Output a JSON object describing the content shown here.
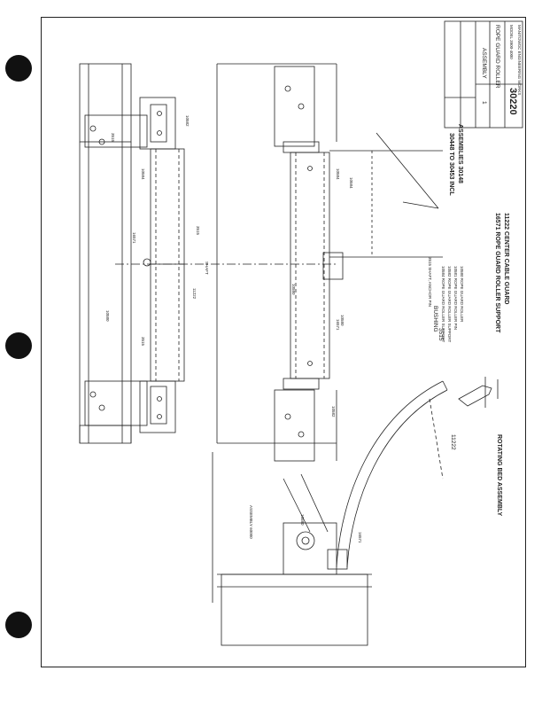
{
  "title_block": {
    "company": "MANITOWOC ENGINEERING WORKS",
    "model": "MODEL 3900-4000",
    "title_line1": "ROPE GUARD ROLLER",
    "title_line2": "ASSEMBLY",
    "drawing_number": "30220",
    "sheet": "1"
  },
  "notes": {
    "assemblies_line1": "ASSEMBLIES 30148",
    "assemblies_line2": "30448 TO 30453 INCL",
    "bushing_ref": "3515",
    "bushing_label": "BUSHING",
    "bushing_desc": "3515 SHAFT, ANCHOR PIN",
    "parts": [
      "10580 ROPE GUARD ROLLER",
      "10581 ROPE GUARD ROLLER PIN",
      "10582 ROPE GUARD ROLLER SUPPORT",
      "10584 ROPE GUARD ROLLER SUPPORT"
    ],
    "circled_1": "11222  CENTER CABLE GUARD",
    "circled_2": "16571  ROPE GUARD ROLLER SUPPORT",
    "rotating_bed": "ROTATING BED ASSEMBLY",
    "cable_guard_ref": "11222",
    "assembly_ref": "ASSEMBLY 60000"
  },
  "labels": {
    "l_10582": "10582",
    "l_10584": "10584",
    "l_3515a": "3515",
    "l_3515b": "3515",
    "l_16571": "16571",
    "l_10580": "10580",
    "l_11222": "11222",
    "l_3515c": "3515",
    "l_10580b": "10580",
    "l_10584b": "10584",
    "l_10580c": "10580",
    "l_10584c": "10584",
    "l_16571b": "16571",
    "l_10582b": "10582",
    "l_shaft": "SHAFT",
    "l_10580d": "10580",
    "l_16571c": "16571"
  }
}
